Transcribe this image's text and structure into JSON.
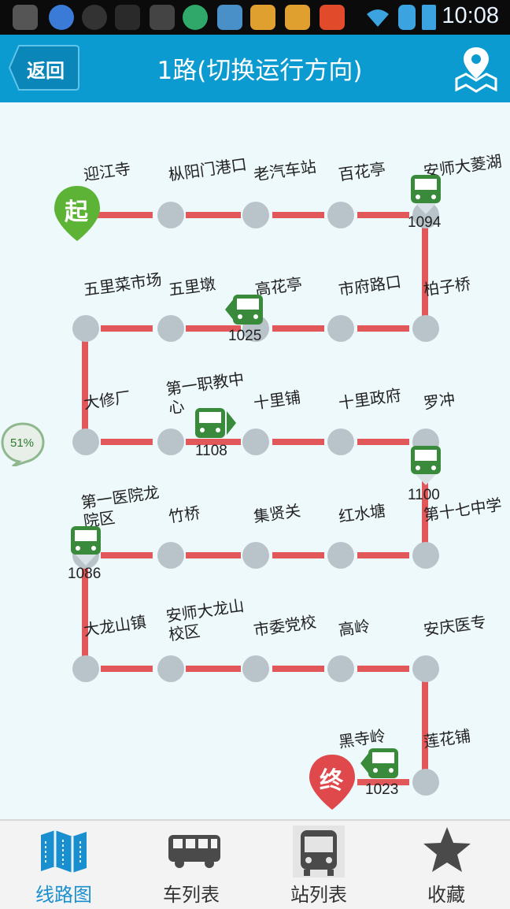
{
  "status_bar": {
    "time": "10:08"
  },
  "header": {
    "back_label": "返回",
    "title": "1路(切换运行方向)"
  },
  "route": {
    "start_marker": "起",
    "end_marker": "终",
    "progress": "51%",
    "stations": [
      "迎江寺",
      "枞阳门港口",
      "老汽车站",
      "百花亭",
      "安师大菱湖",
      "柏子桥",
      "市府路口",
      "高花亭",
      "五里墩",
      "五里菜市场",
      "大修厂",
      "第一职教中心",
      "十里铺",
      "十里政府",
      "罗冲",
      "第十七中学",
      "红水塘",
      "集贤关",
      "竹桥",
      "第一医院龙院区",
      "大龙山镇",
      "安师大龙山校区",
      "市委党校",
      "高岭",
      "安庆医专",
      "莲花铺",
      "黑寺岭"
    ],
    "buses": [
      {
        "number": "1094",
        "direction": "down"
      },
      {
        "number": "1025",
        "direction": "left"
      },
      {
        "number": "1108",
        "direction": "right"
      },
      {
        "number": "1100",
        "direction": "down"
      },
      {
        "number": "1086",
        "direction": "down"
      },
      {
        "number": "1023",
        "direction": "left"
      }
    ]
  },
  "tabs": [
    {
      "label": "线路图",
      "icon": "map-icon",
      "active": true
    },
    {
      "label": "车列表",
      "icon": "bus-icon",
      "active": false
    },
    {
      "label": "站列表",
      "icon": "bus-front-icon",
      "active": false
    },
    {
      "label": "收藏",
      "icon": "star-icon",
      "active": false
    }
  ],
  "colors": {
    "header": "#0c9bd0",
    "route_line": "#e2585a",
    "station": "#b9c3ca",
    "start_pin": "#5cb335",
    "end_pin": "#e0494b",
    "bus": "#3a8a3c",
    "accent": "#1a8fd0"
  }
}
